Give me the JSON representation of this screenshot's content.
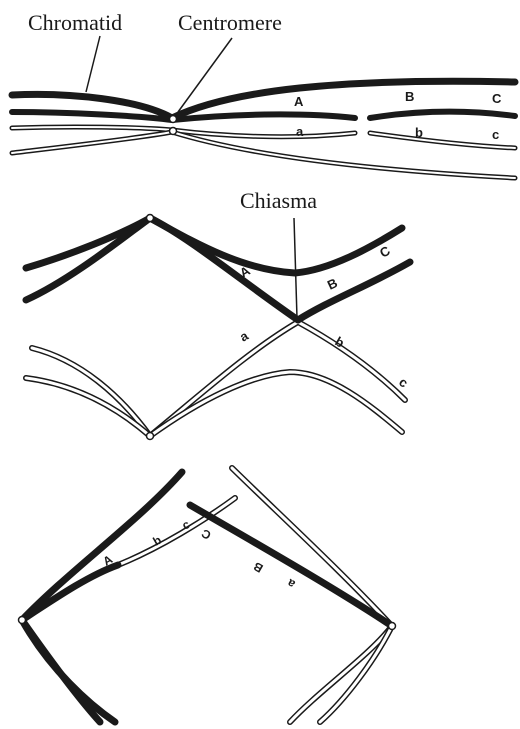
{
  "labels": {
    "chromatid": "Chromatid",
    "centromere": "Centromere",
    "chiasma": "Chiasma"
  },
  "stage1": {
    "dark_genes": [
      "A",
      "B",
      "C"
    ],
    "light_genes": [
      "a",
      "b",
      "c"
    ]
  },
  "stage2": {
    "dark_genes": [
      "A",
      "B",
      "C"
    ],
    "light_genes": [
      "a",
      "b",
      "c"
    ]
  },
  "stage3": {
    "left_genes": [
      "A",
      "b",
      "c"
    ],
    "right_genes": [
      "C",
      "B",
      "a"
    ]
  }
}
